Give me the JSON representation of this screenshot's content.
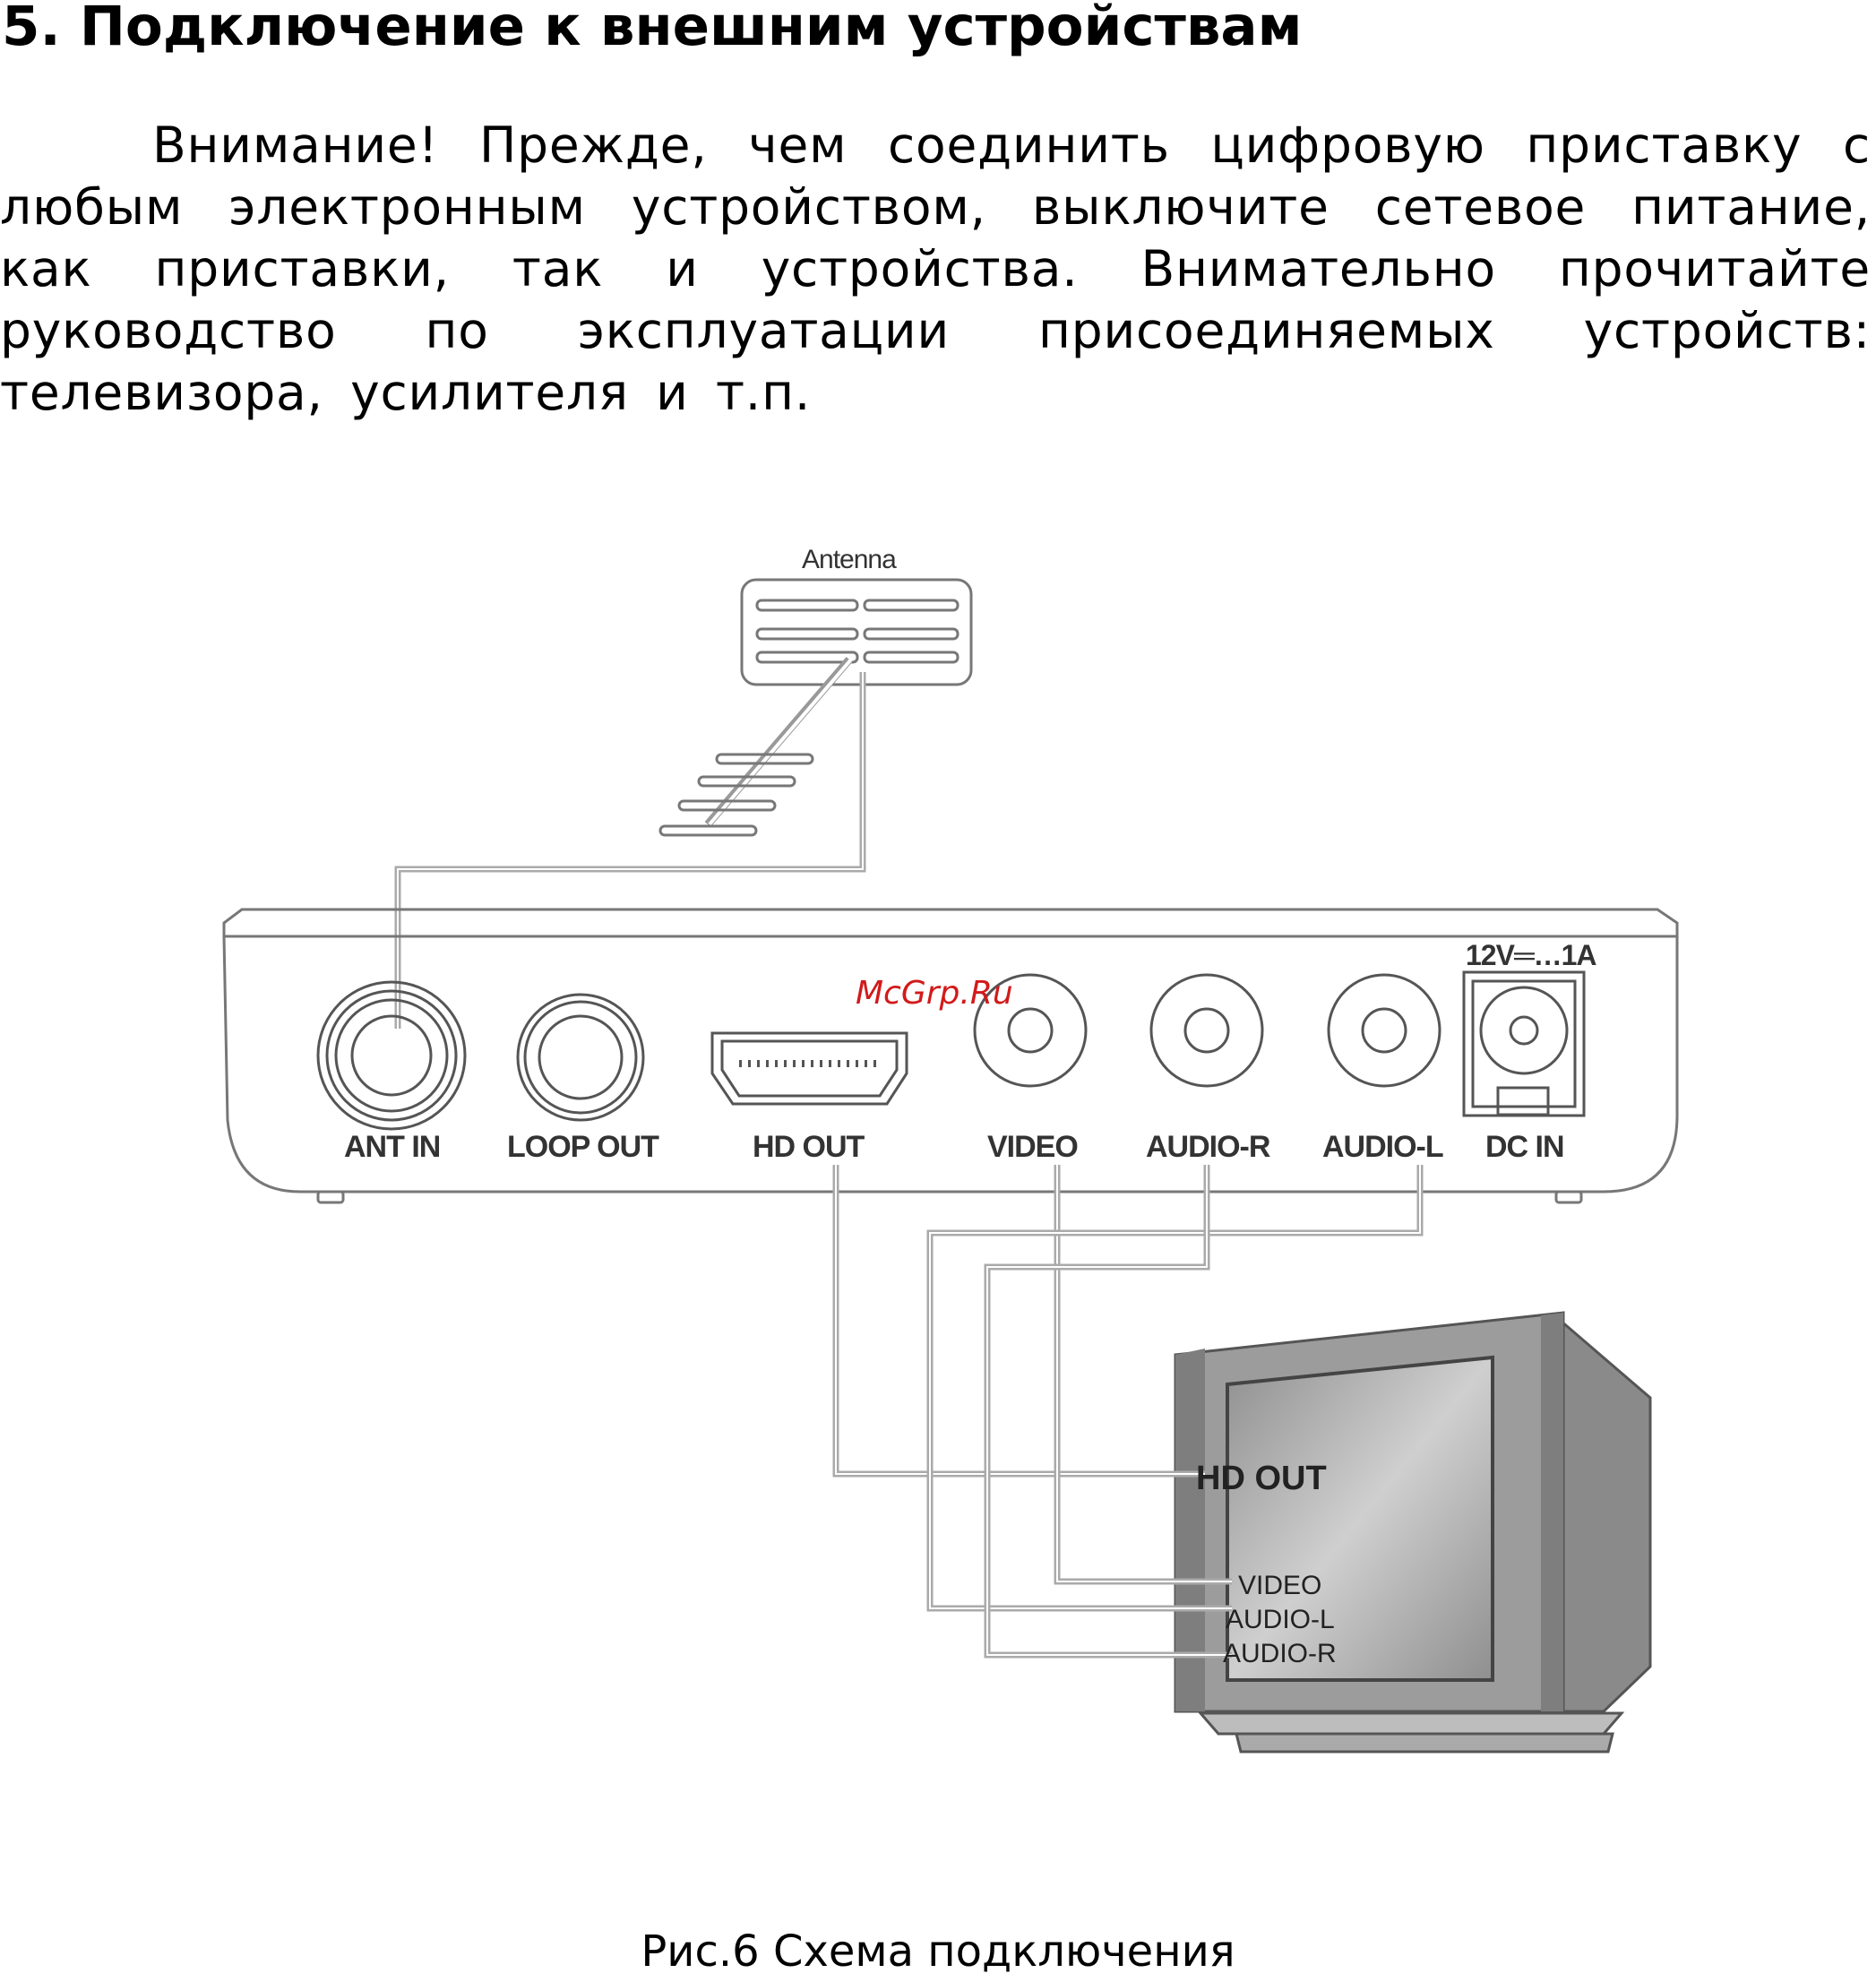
{
  "section": {
    "title": "5. Подключение к внешним устройствам",
    "warning_text": "Внимание! Прежде, чем соединить цифровую приставку с любым электронным устройством, выключите сетевое питание, как приставки, так и устройства. Внимательно прочитайте руководство по эксплуатации присоединяемых устройств: телевизора, усилителя и т.п."
  },
  "figure": {
    "caption": "Рис.6 Схема подключения",
    "watermark": "McGrp.Ru",
    "antenna_label": "Antenna",
    "power_rating": "12V═…1A",
    "receiver_ports": {
      "ant_in": "ANT IN",
      "loop_out": "LOOP OUT",
      "hd_out": "HD OUT",
      "video": "VIDEO",
      "audio_r": "AUDIO-R",
      "audio_l": "AUDIO-L",
      "dc_in": "DC IN"
    },
    "tv_inputs": {
      "hd_out": "HD OUT",
      "video": "VIDEO",
      "audio_l": "AUDIO-L",
      "audio_r": "AUDIO-R"
    }
  }
}
